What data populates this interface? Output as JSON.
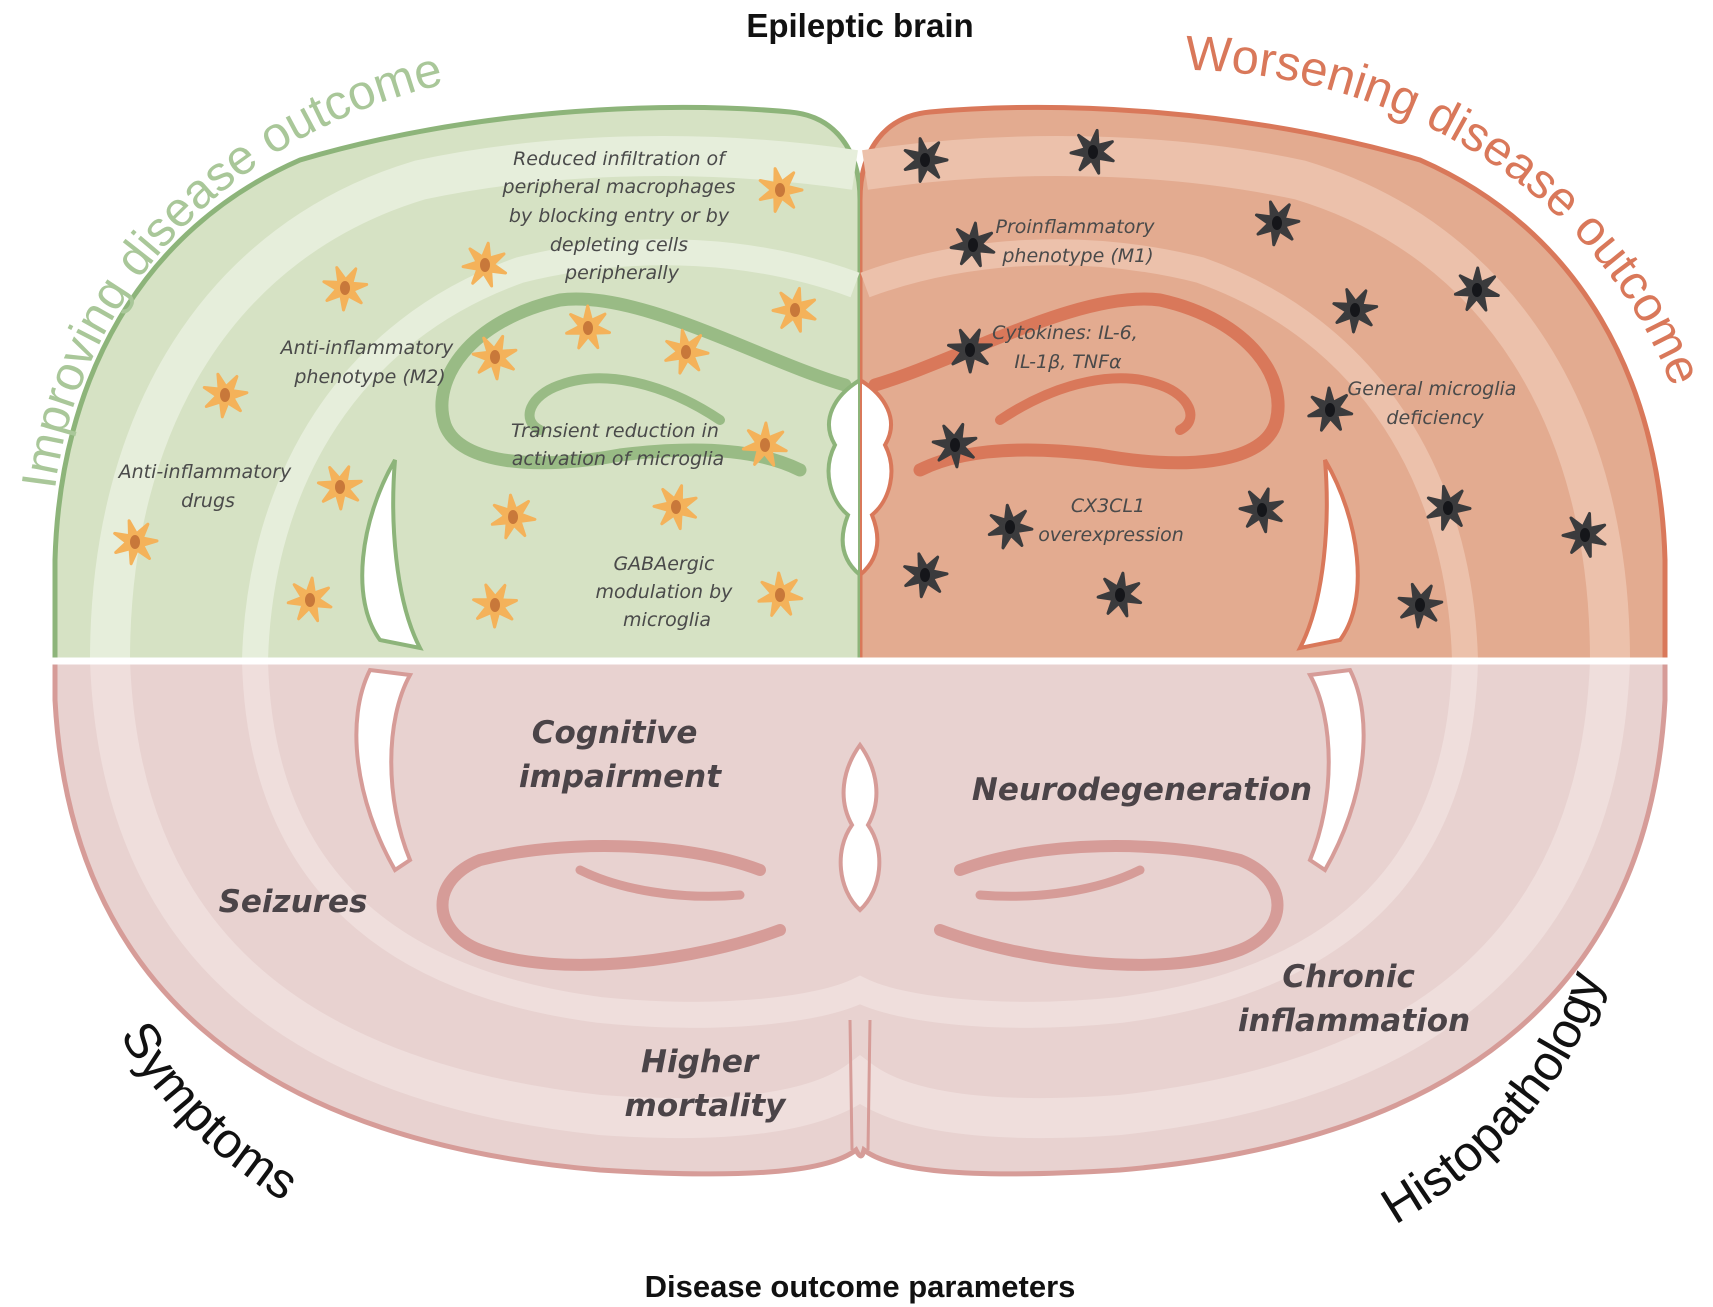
{
  "title": "Epileptic brain",
  "bottom_title": "Disease outcome parameters",
  "arc_labels": {
    "improving": "Improving disease outcome",
    "worsening": "Worsening disease outcome",
    "symptoms": "Symptoms",
    "histopathology": "Histopathology"
  },
  "improving": {
    "infiltration": [
      "Reduced infiltration of",
      "peripheral macrophages",
      "by blocking entry or by",
      "depleting cells",
      "peripherally"
    ],
    "anti_phenotype": [
      "Anti-inflammatory",
      "phenotype (M2)"
    ],
    "transient": [
      "Transient reduction in",
      "activation of microglia"
    ],
    "drugs": [
      "Anti-inflammatory",
      "drugs"
    ],
    "gaba": [
      "GABAergic",
      "modulation by",
      "microglia"
    ]
  },
  "worsening": {
    "pro_phenotype": [
      "Proinflammatory",
      "phenotype (M1)"
    ],
    "cytokines": [
      "Cytokines: IL-6,",
      "IL-1β, TNFα"
    ],
    "deficiency": [
      "General microglia",
      "deficiency"
    ],
    "cx3cl1": [
      "CX3CL1",
      "overexpression"
    ]
  },
  "outcomes": {
    "cognitive": [
      "Cognitive",
      "impairment"
    ],
    "neurodegeneration": "Neurodegeneration",
    "seizures": "Seizures",
    "chronic": [
      "Chronic",
      "inflammation"
    ],
    "mortality": [
      "Higher",
      "mortality"
    ]
  },
  "colors": {
    "green_fill": "#d6e2c4",
    "green_stroke": "#8db47a",
    "green_label": "#a9c799",
    "orange_fill": "#e3ab90",
    "orange_stroke": "#d9785a",
    "orange_label": "#d9785a",
    "pink_fill": "#e8d2d0",
    "pink_stroke": "#d69c98",
    "orange_cell": "#f4b25a",
    "dark_cell": "#3b3b3d"
  },
  "icons": {
    "anti_cell": "orange-microglia-icon",
    "pro_cell": "dark-microglia-icon"
  }
}
